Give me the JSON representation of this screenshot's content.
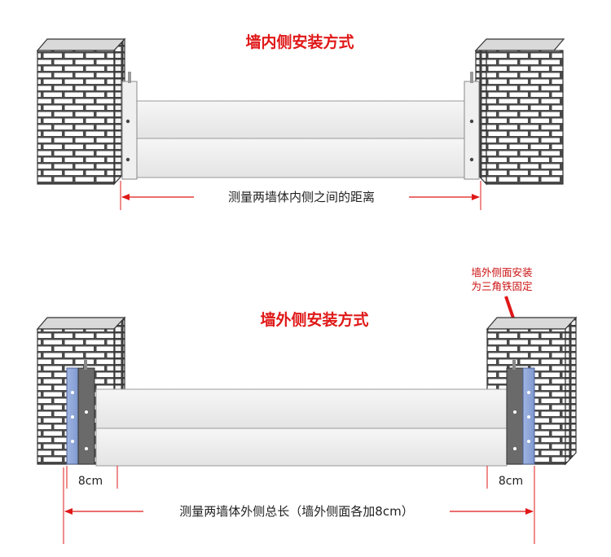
{
  "top": {
    "title": "墙内侧安装方式",
    "measure_label": "测量两墙体内侧之间的距离"
  },
  "bottom": {
    "title": "墙外侧安装方式",
    "note_line1": "墙外侧面安装",
    "note_line2": "为三角铁固定",
    "left_width_label": "8cm",
    "right_width_label": "8cm",
    "measure_label": "测量两墙体外侧总长（墙外侧面各加8cm）"
  },
  "colors": {
    "accent_red": "#e01818",
    "brick_face": "#ffffff",
    "brick_mortar": "#4a4a4a",
    "panel": "#eeeeee",
    "bracket_blue": "#8ea6d8",
    "post_gray": "#6a6a6a"
  }
}
